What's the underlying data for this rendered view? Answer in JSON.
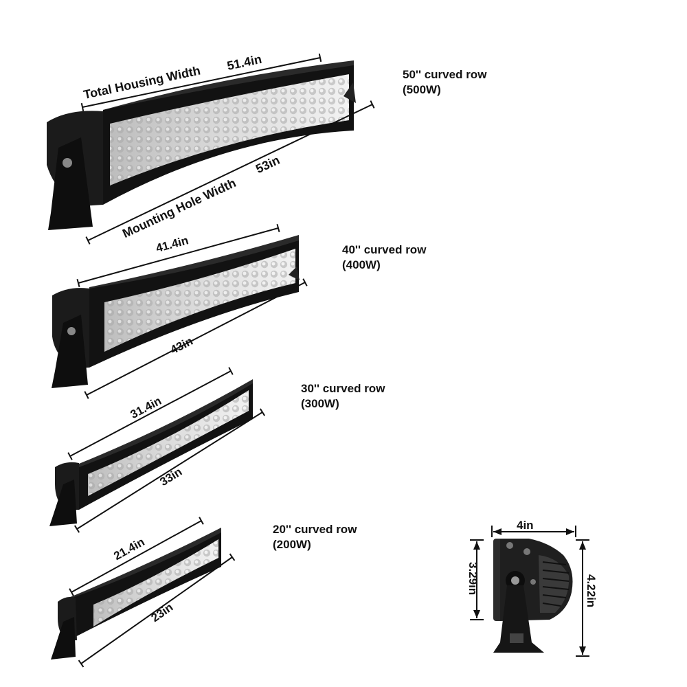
{
  "bars": [
    {
      "id": "50",
      "name_line1": "50'' curved row",
      "name_line2": "(500W)",
      "housing_width_label": "Total Housing Width",
      "housing_width": "51.4in",
      "mounting_hole_label": "Mounting Hole Width",
      "mounting_hole_width": "53in"
    },
    {
      "id": "40",
      "name_line1": "40'' curved row",
      "name_line2": "(400W)",
      "housing_width": "41.4in",
      "mounting_hole_width": "43in"
    },
    {
      "id": "30",
      "name_line1": "30'' curved row",
      "name_line2": "(300W)",
      "housing_width": "31.4in",
      "mounting_hole_width": "33in"
    },
    {
      "id": "20",
      "name_line1": "20'' curved row",
      "name_line2": "(200W)",
      "housing_width": "21.4in",
      "mounting_hole_width": "23in"
    }
  ],
  "side_view": {
    "depth": "4in",
    "housing_height": "3.29in",
    "total_height": "4.22in"
  },
  "colors": {
    "housing": "#151515",
    "lens": "#d8d8d8",
    "dimension_line": "#111111"
  }
}
